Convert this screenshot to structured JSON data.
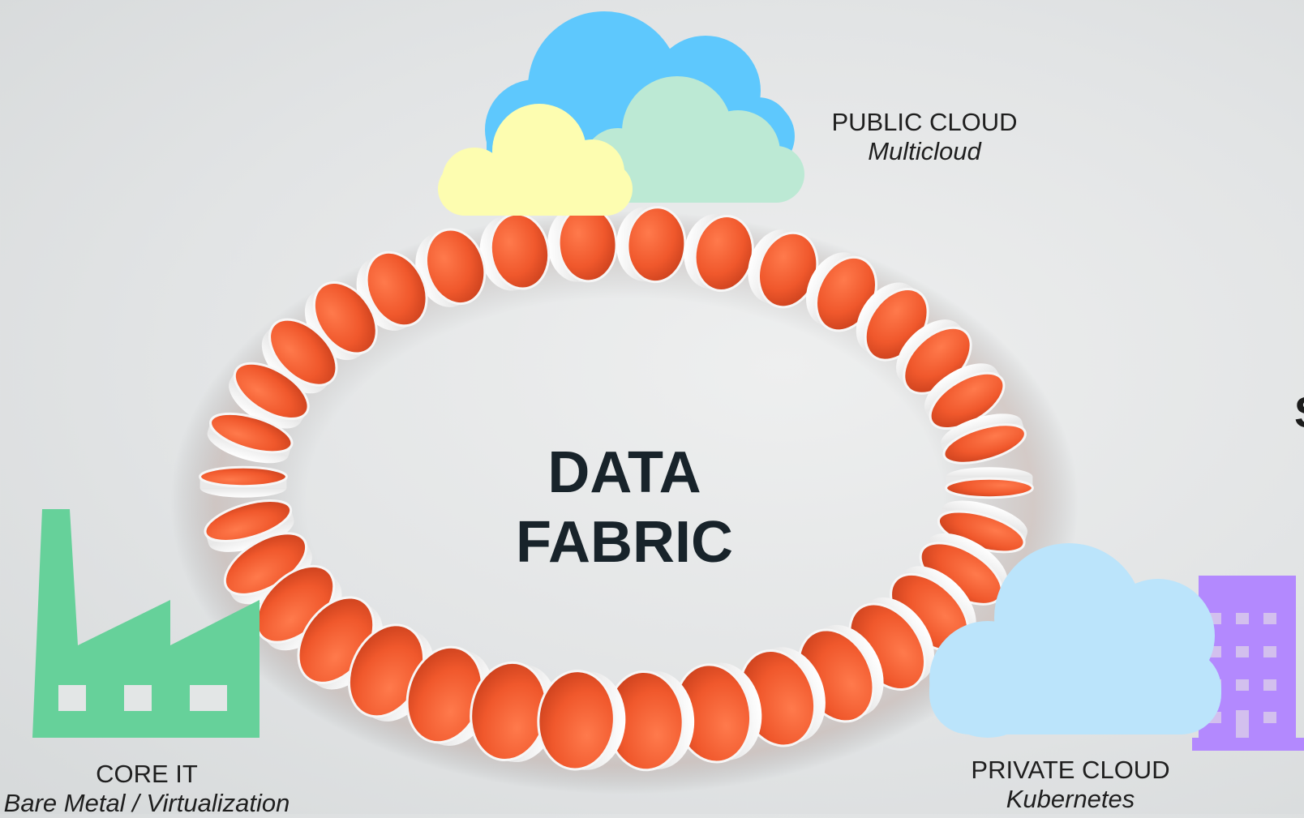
{
  "public_cloud": {
    "title": "PUBLIC CLOUD",
    "subtitle": "Multicloud"
  },
  "core_it": {
    "title": "CORE IT",
    "subtitle": "Bare Metal / Virtualization"
  },
  "private_cloud": {
    "title": "PRIVATE CLOUD",
    "subtitle": "Kubernetes"
  },
  "center": {
    "line1": "DATA",
    "line2": "FABRIC"
  },
  "edge_cutoff_letter": "S",
  "colors": {
    "disc_face": "#f0582c",
    "disc_rim": "#eeeeee",
    "cloud_blue": "#5ec8fd",
    "cloud_mint": "#bce9d4",
    "cloud_yellow": "#fdfdb0",
    "cloud_private": "#bbe4fb",
    "factory_green": "#66d19a",
    "building_purple": "#b389fe",
    "center_text": "#18232a"
  },
  "icons": [
    "public-cloud-icon",
    "factory-icon",
    "private-cloud-icon",
    "building-icon",
    "data-fabric-ring"
  ]
}
